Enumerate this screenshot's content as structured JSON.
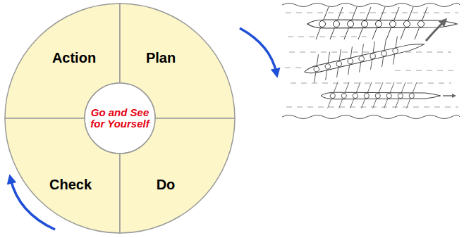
{
  "diagram": {
    "nodes": [
      {
        "text": [
          "Action"
        ]
      },
      {
        "text": [
          "Plan"
        ]
      },
      {
        "text": [
          "Go and See for Yourself"
        ]
      },
      {
        "text": [
          "Check"
        ]
      },
      {
        "text": [
          "Do"
        ]
      }
    ]
  }
}
